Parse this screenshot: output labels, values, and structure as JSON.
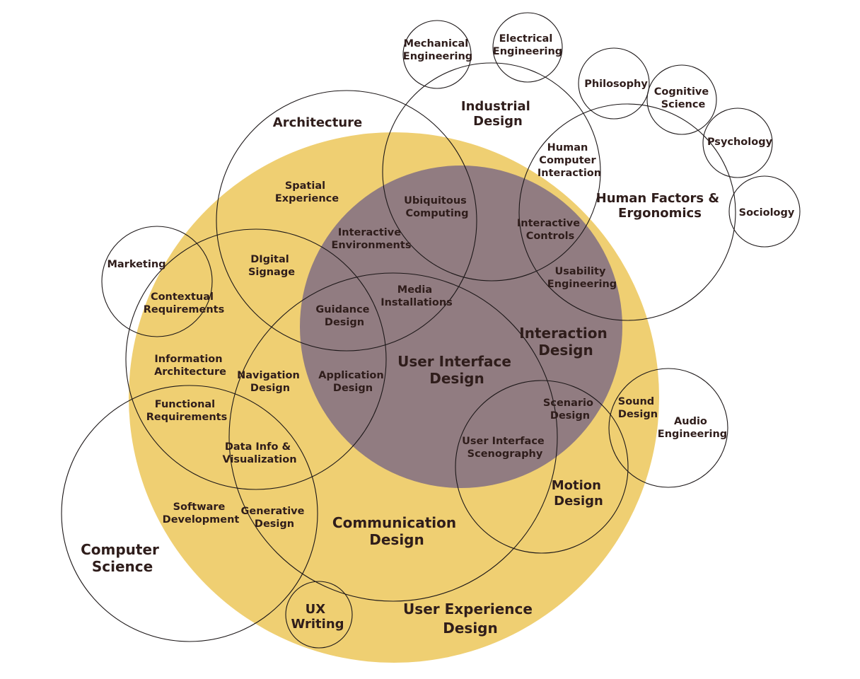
{
  "diagram": {
    "colors": {
      "user_experience_fill": "#efcf72",
      "interaction_design_fill": "#917c81",
      "outline": "#1c1718",
      "label": "#2f1d1b",
      "background": "#ffffff"
    },
    "labels": {
      "mechanical_engineering": [
        "Mechanical",
        "Engineering"
      ],
      "electrical_engineering": [
        "Electrical",
        "Engineering"
      ],
      "industrial_design": [
        "Industrial",
        "Design"
      ],
      "philosophy": [
        "Philosophy"
      ],
      "cognitive_science": [
        "Cognitive",
        "Science"
      ],
      "psychology": [
        "Psychology"
      ],
      "sociology": [
        "Sociology"
      ],
      "architecture": [
        "Architecture"
      ],
      "human_factors_ergonomics": [
        "Human Factors &",
        "Ergonomics"
      ],
      "human_computer_interaction": [
        "Human",
        "Computer",
        "Interaction"
      ],
      "spatial_experience": [
        "Spatial",
        "Experience"
      ],
      "ubiquitous_computing": [
        "Ubiquitous",
        "Computing"
      ],
      "interactive_environments": [
        "Interactive",
        "Environments"
      ],
      "interactive_controls": [
        "Interactive",
        "Controls"
      ],
      "marketing": [
        "Marketing"
      ],
      "digital_signage": [
        "DIgital",
        "Signage"
      ],
      "usability_engineering": [
        "Usability",
        "Engineering"
      ],
      "contextual_requirements": [
        "Contextual",
        "Requirements"
      ],
      "media_installations": [
        "Media",
        "Installations"
      ],
      "guidance_design": [
        "Guidance",
        "Design"
      ],
      "interaction_design": [
        "Interaction",
        "Design"
      ],
      "information_architecture": [
        "Information",
        "Architecture"
      ],
      "user_interface_design": [
        "User Interface",
        "Design"
      ],
      "navigation_design": [
        "Navigation",
        "Design"
      ],
      "application_design": [
        "Application",
        "Design"
      ],
      "scenario_design": [
        "Scenario",
        "Design"
      ],
      "sound_design": [
        "Sound",
        "Design"
      ],
      "functional_requirements": [
        "Functional",
        "Requirements"
      ],
      "audio_engineering": [
        "Audio",
        "Engineering"
      ],
      "user_interface_scenography": [
        "User Interface",
        "Scenography"
      ],
      "data_info_visualization": [
        "Data Info &",
        "Visualization"
      ],
      "motion_design": [
        "Motion",
        "Design"
      ],
      "software_development": [
        "Software",
        "Development"
      ],
      "generative_design": [
        "Generative",
        "Design"
      ],
      "communication_design": [
        "Communication",
        "Design"
      ],
      "computer_science": [
        "Computer",
        "Science"
      ],
      "ux_writing": [
        "UX",
        "Writing"
      ],
      "user_experience_design": [
        "User Experience",
        "Design"
      ]
    }
  }
}
